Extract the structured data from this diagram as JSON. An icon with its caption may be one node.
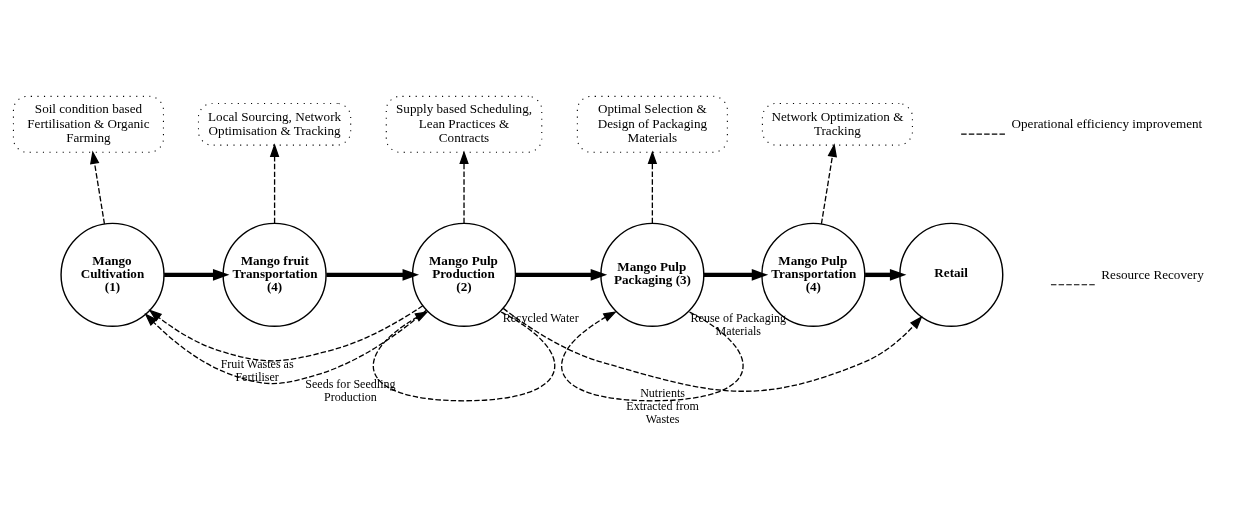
{
  "diagram": {
    "nodes": [
      {
        "text": [
          "Soil condition based Fertilisation & Organic Farming"
        ]
      },
      {
        "text": [
          "Local Sourcing, Network Optimisation & Tracking"
        ]
      },
      {
        "text": [
          "Supply based Scheduling, Lean Practices & Contracts"
        ]
      },
      {
        "text": [
          "Optimal Selection & Design of Packaging Materials"
        ]
      },
      {
        "text": [
          "Network Optimization & Tracking"
        ]
      },
      {
        "text": [
          "Mango Cultivation (1)"
        ]
      },
      {
        "text": [
          "Mango fruit Transportation (4)"
        ]
      },
      {
        "text": [
          "Mango Pulp Production (2)"
        ]
      },
      {
        "text": [
          "Mango Pulp Packaging (3)"
        ]
      },
      {
        "text": [
          "Mango Pulp Transportation (4)"
        ]
      },
      {
        "text": [
          "Retail"
        ]
      }
    ],
    "edges": [
      {
        "from": 5,
        "to": 6,
        "arrow": "to",
        "style": "thick"
      },
      {
        "from": 6,
        "to": 7,
        "arrow": "to",
        "style": "thick"
      },
      {
        "from": 7,
        "to": 8,
        "arrow": "to",
        "style": "thick"
      },
      {
        "from": 8,
        "to": 9,
        "arrow": "to",
        "style": "thick"
      },
      {
        "from": 9,
        "to": 10,
        "arrow": "to",
        "style": "thick"
      },
      {
        "from": 5,
        "to": 0,
        "arrow": "to",
        "style": "dashed"
      },
      {
        "from": 6,
        "to": 1,
        "arrow": "to",
        "style": "dashed"
      },
      {
        "from": 7,
        "to": 2,
        "arrow": "to",
        "style": "dashed"
      },
      {
        "from": 8,
        "to": 3,
        "arrow": "to",
        "style": "dashed"
      },
      {
        "from": 9,
        "to": 4,
        "arrow": "to",
        "style": "dashed"
      },
      {
        "from": 7,
        "to": 5,
        "arrow": "to",
        "style": "dashed",
        "label": "Fruit Wastes as Fertiliser"
      },
      {
        "from": 7,
        "to": 5,
        "arrow": "to",
        "style": "dashed",
        "label": "Seeds for Seedling Production"
      },
      {
        "from": 7,
        "to": 7,
        "arrow": "to",
        "style": "dashed",
        "label": "Recycled Water"
      },
      {
        "from": 8,
        "to": 8,
        "arrow": "to",
        "style": "dashed",
        "label": "Reuse of Packaging Materials"
      },
      {
        "from": 7,
        "to": 10,
        "arrow": "to",
        "style": "dashed",
        "label": "Nutrients Extracted from Wastes"
      }
    ],
    "legend": [
      {
        "text": "Operational efficiency improvement"
      },
      {
        "text": "Resource Recovery"
      }
    ]
  }
}
